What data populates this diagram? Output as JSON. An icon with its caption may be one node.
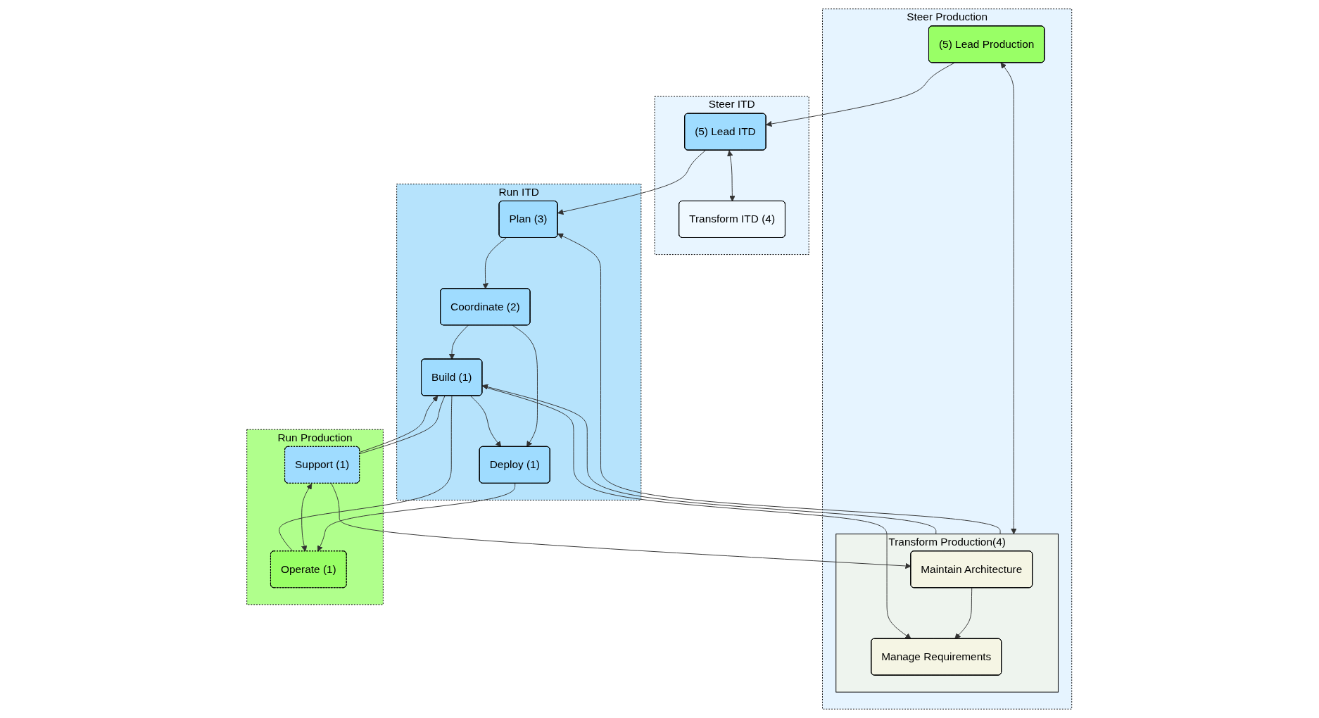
{
  "diagram": {
    "nodes": [
      {
        "text": [
          "Steer Production"
        ]
      },
      {
        "text": [
          "(5) Lead Production"
        ],
        "in": 0
      },
      {
        "text": [
          "Transform Production(4)"
        ],
        "in": 0
      },
      {
        "text": [
          "Maintain Architecture"
        ],
        "in": 2
      },
      {
        "text": [
          "Manage Requirements"
        ],
        "in": 2
      },
      {
        "text": [
          "Steer ITD"
        ]
      },
      {
        "text": [
          "(5) Lead ITD"
        ],
        "in": 5
      },
      {
        "text": [
          "Transform ITD (4)"
        ],
        "in": 5
      },
      {
        "text": [
          "Run ITD"
        ]
      },
      {
        "text": [
          "Plan (3)"
        ],
        "in": 8
      },
      {
        "text": [
          "Coordinate (2)"
        ],
        "in": 8
      },
      {
        "text": [
          "Build (1)"
        ],
        "in": 8
      },
      {
        "text": [
          "Deploy (1)"
        ],
        "in": 8
      },
      {
        "text": [
          "Run Production"
        ]
      },
      {
        "text": [
          "Support (1)"
        ],
        "in": 13
      },
      {
        "text": [
          "Operate (1)"
        ],
        "in": 13
      }
    ],
    "edges": [
      {
        "from": 1,
        "to": 6,
        "arrow": "to"
      },
      {
        "from": 1,
        "to": 2,
        "arrow": "both"
      },
      {
        "from": 6,
        "to": 7,
        "arrow": "both"
      },
      {
        "from": 6,
        "to": 9,
        "arrow": "to"
      },
      {
        "from": 9,
        "to": 10,
        "arrow": "to"
      },
      {
        "from": 2,
        "to": 9,
        "arrow": "to"
      },
      {
        "from": 3,
        "to": 4,
        "arrow": "to"
      },
      {
        "from": 2,
        "to": 11,
        "arrow": "to"
      },
      {
        "from": 11,
        "to": 4,
        "arrow": "to"
      },
      {
        "from": 10,
        "to": 11,
        "arrow": "to"
      },
      {
        "from": 10,
        "to": 12,
        "arrow": "to"
      },
      {
        "from": 11,
        "to": 12,
        "arrow": "to"
      },
      {
        "from": 12,
        "to": 15,
        "arrow": "to"
      },
      {
        "from": 11,
        "to": 14,
        "arrow": "none"
      },
      {
        "from": 14,
        "to": 11,
        "arrow": "to"
      },
      {
        "from": 14,
        "to": 15,
        "arrow": "both"
      },
      {
        "from": 11,
        "to": 15,
        "arrow": "none"
      },
      {
        "from": 14,
        "to": 3,
        "arrow": "to"
      }
    ]
  }
}
